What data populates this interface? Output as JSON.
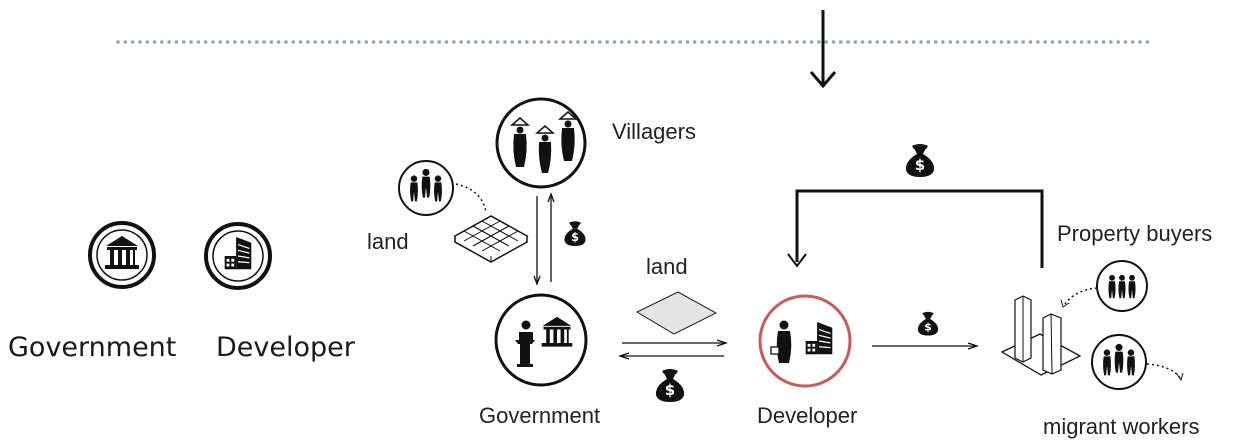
{
  "legend": {
    "government_label": "Government",
    "developer_label": "Developer"
  },
  "nodes": {
    "villagers_label": "Villagers",
    "government_label": "Government",
    "developer_label": "Developer",
    "property_buyers_label": "Property buyers",
    "migrant_workers_label": "migrant workers"
  },
  "edges": {
    "land_left_label": "land",
    "land_center_label": "land"
  },
  "icons": {
    "money_bag_symbol": "$",
    "money_bag_icon": "money-bag-icon",
    "government_icon": "government-building-icon",
    "developer_icon": "developer-building-icon",
    "villagers_icon": "villagers-icon",
    "land_grid_icon": "land-grid-icon",
    "land_plot_icon": "land-plot-icon",
    "towers_icon": "residential-towers-icon",
    "down_arrow_icon": "down-arrow-icon"
  },
  "colors": {
    "developer_highlight": "#c95a5c",
    "divider_dots": "#8aa9b3",
    "ink": "#1a1a1a"
  }
}
